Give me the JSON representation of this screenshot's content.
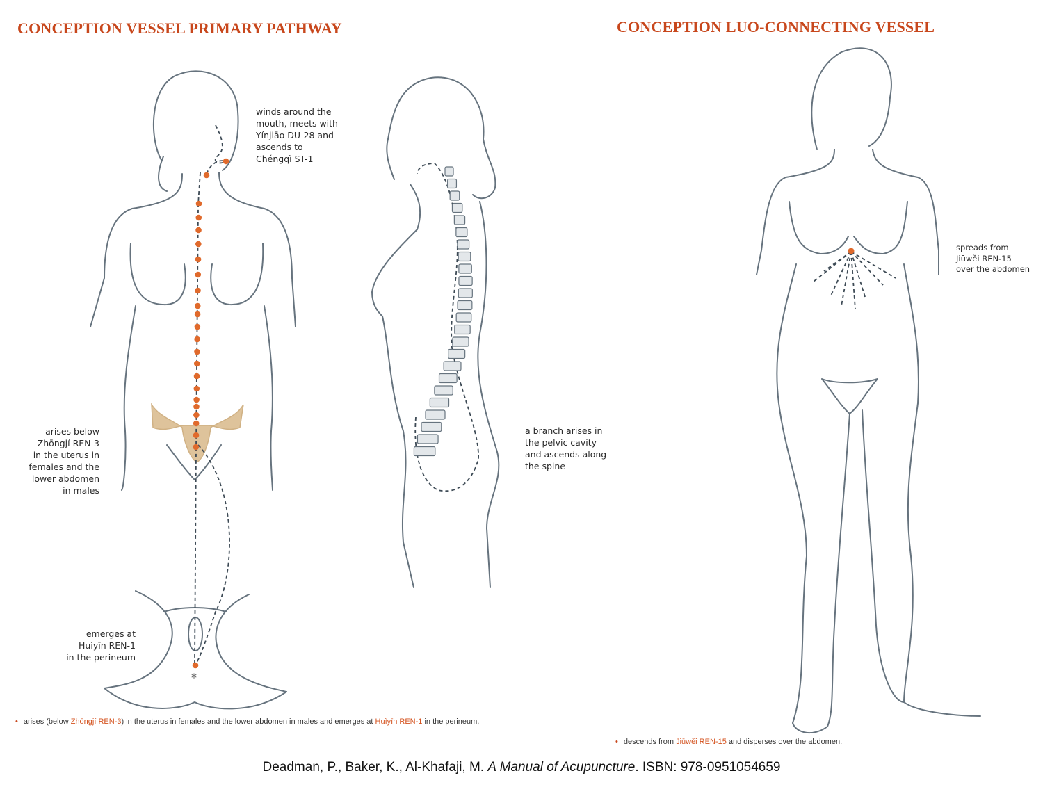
{
  "titles": {
    "primary": "CONCEPTION VESSEL PRIMARY PATHWAY",
    "luo": "CONCEPTION LUO-CONNECTING VESSEL"
  },
  "labels": {
    "mouth": [
      "winds around the",
      "mouth, meets with",
      "Yínjiāo DU-28 and",
      "ascends to",
      "Chéngqì ST-1"
    ],
    "arises": [
      "arises below",
      "Zhōngjí REN-3",
      "in the uterus in",
      "females and the",
      "lower abdomen",
      "in males"
    ],
    "emerges": [
      "emerges at",
      "Huìyīn REN-1",
      "in the perineum"
    ],
    "branch": [
      "a branch arises in",
      "the pelvic cavity",
      "and ascends along",
      "the spine"
    ],
    "spreads": [
      "spreads from",
      "Jiūwěi REN-15",
      "over the abdomen"
    ]
  },
  "bullets": {
    "primary": {
      "t1": "arises (below ",
      "h1": "Zhōngjí REN-3",
      "t2": ") in the uterus in females and the lower abdomen in males and emerges at ",
      "h2": "Huìyīn REN-1",
      "t3": " in the perineum,"
    },
    "luo": {
      "t1": "descends from ",
      "h1": "Jiūwěi REN-15",
      "t2": " and disperses over the abdomen."
    }
  },
  "citation": {
    "authors": "Deadman, P., Baker, K., Al-Khafaji, M. ",
    "book": "A Manual of Acupuncture",
    "isbn": ". ISBN: 978-0951054659"
  },
  "colors": {
    "accent": "#c8471c",
    "point": "#e06a2c",
    "outline": "#66737e",
    "uterus": "#d9b98a"
  }
}
